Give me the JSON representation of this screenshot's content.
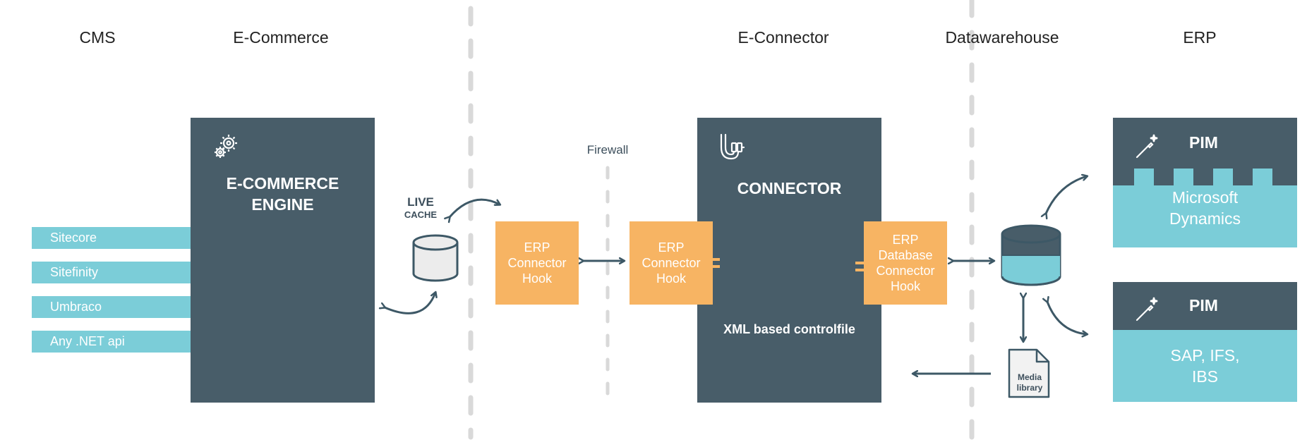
{
  "column_headers": {
    "cms": "CMS",
    "ecommerce": "E-Commerce",
    "econnector": "E-Connector",
    "datawarehouse": "Datawarehouse",
    "erp": "ERP"
  },
  "cms_items": [
    "Sitecore",
    "Sitefinity",
    "Umbraco",
    "Any .NET api"
  ],
  "ecommerce_engine": {
    "line1": "E-COMMERCE",
    "line2": "ENGINE",
    "icon": "gears-icon"
  },
  "live_cache": {
    "line1": "LIVE",
    "line2": "CACHE"
  },
  "firewall_label": "Firewall",
  "hook_left": {
    "line1": "ERP",
    "line2": "Connector",
    "line3": "Hook"
  },
  "hook_right": {
    "line1": "ERP",
    "line2": "Connector",
    "line3": "Hook"
  },
  "connector": {
    "title": "CONNECTOR",
    "subtitle": "XML based controlfile",
    "icon": "cables-icon"
  },
  "db_hook": {
    "line1": "ERP",
    "line2": "Database",
    "line3": "Connector",
    "line4": "Hook"
  },
  "media_library": {
    "line1": "Media",
    "line2": "library"
  },
  "pim_top": {
    "label": "PIM",
    "line1": "Microsoft",
    "line2": "Dynamics",
    "icon": "magic-wand-icon"
  },
  "pim_bottom": {
    "label": "PIM",
    "line1": "SAP, IFS,",
    "line2": "IBS",
    "icon": "magic-wand-icon"
  },
  "colors": {
    "panel": "#485d69",
    "accent_teal": "#7bcdd8",
    "accent_orange": "#f7b463",
    "divider": "#d9d9d9",
    "arrow": "#3d5866"
  }
}
